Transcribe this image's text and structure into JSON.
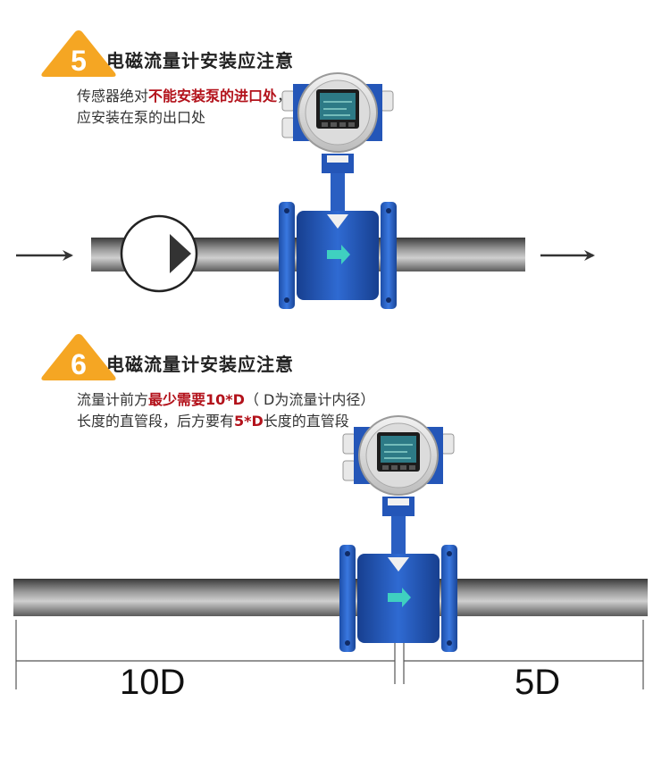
{
  "colors": {
    "badge": "#f5a623",
    "highlight": "#b3121b",
    "meter_blue": "#2456b8",
    "screen": "#2d7a86",
    "arrow_teal": "#3fd0c0"
  },
  "section5": {
    "number": "5",
    "heading": "电磁流量计安装应注意",
    "line1_prefix": "传感器绝对",
    "line1_highlight": "不能安装泵的进口处",
    "line1_suffix": "，",
    "line2": "应安装在泵的出口处",
    "icons": [
      "flow-arrow-icon",
      "pump-icon",
      "flowmeter-icon"
    ]
  },
  "section6": {
    "number": "6",
    "heading": "电磁流量计安装应注意",
    "line1_prefix": "流量计前方",
    "line1_highlight": "最少需要10*D",
    "line1_suffix": "（ D为流量计内径）",
    "line2_prefix": "长度的直管段，后方要有",
    "line2_highlight": "5*D",
    "line2_suffix": "长度的直管段",
    "upstream_label": "10D",
    "downstream_label": "5D"
  }
}
